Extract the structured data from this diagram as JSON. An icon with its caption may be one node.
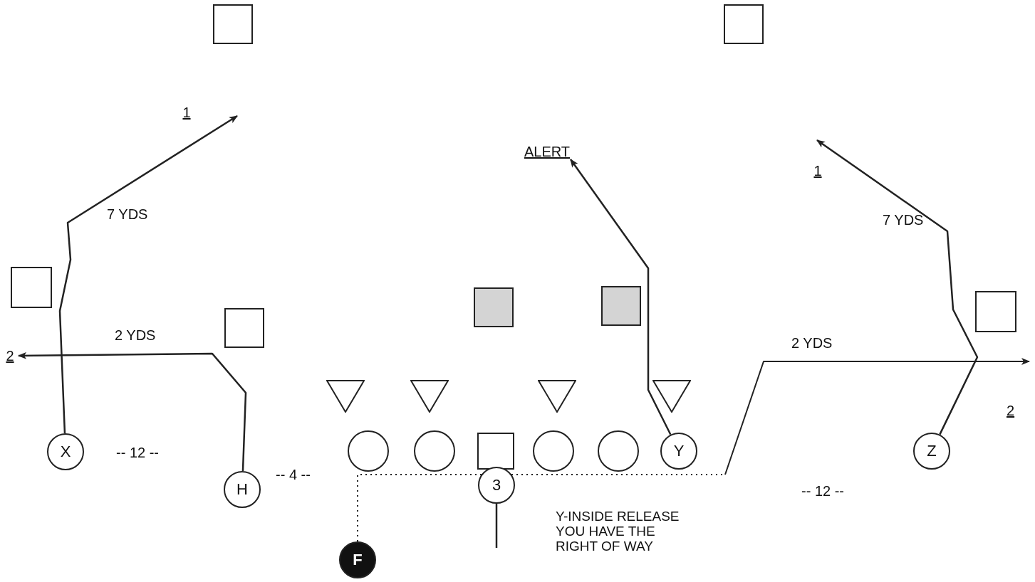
{
  "diagram": {
    "nodes": [
      {
        "text": [],
        "shape": "box"
      },
      {
        "text": [],
        "shape": "box"
      },
      {
        "text": [],
        "shape": "box"
      },
      {
        "text": [],
        "shape": "box"
      },
      {
        "text": [],
        "shape": "box"
      },
      {
        "text": [],
        "shape": "box"
      },
      {
        "text": [],
        "shape": "box"
      },
      {
        "text": [],
        "shape": "triangle"
      },
      {
        "text": [],
        "shape": "triangle"
      },
      {
        "text": [],
        "shape": "triangle"
      },
      {
        "text": [],
        "shape": "triangle"
      },
      {
        "text": [
          "X"
        ]
      },
      {
        "text": [],
        "shape": "circle"
      },
      {
        "text": [],
        "shape": "circle"
      },
      {
        "text": [],
        "shape": "box"
      },
      {
        "text": [],
        "shape": "circle"
      },
      {
        "text": [],
        "shape": "circle"
      },
      {
        "text": [
          "Y"
        ]
      },
      {
        "text": [
          "Z"
        ]
      },
      {
        "text": [
          "H"
        ]
      },
      {
        "text": [
          "3"
        ]
      },
      {
        "text": [
          "F"
        ]
      },
      {
        "text": [
          "1"
        ]
      },
      {
        "text": [
          "ALERT"
        ]
      },
      {
        "text": [
          "1"
        ]
      },
      {
        "text": [
          "2"
        ]
      }
    ],
    "edges": [
      {
        "from": 11,
        "to": 22,
        "arrow": "to"
      },
      {
        "from": 19,
        "to": 25,
        "arrow": "to"
      },
      {
        "from": 17,
        "to": 23,
        "arrow": "to"
      },
      {
        "from": 18,
        "to": 24,
        "arrow": "to"
      },
      {
        "from": 21,
        "to": 20,
        "arrow": "none",
        "style": "dashed"
      },
      {
        "from": 20,
        "to": null,
        "arrow": "to",
        "style": "dashed"
      },
      {
        "from": 20,
        "to": null,
        "arrow": "none"
      }
    ],
    "labels": [
      "7 YDS",
      "7 YDS",
      "2 YDS",
      "2 YDS",
      "-- 12 --",
      "-- 4 --",
      "-- 12 --",
      "Y-INSIDE RELEASE YOU HAVE THE RIGHT OF WAY",
      "2"
    ]
  }
}
